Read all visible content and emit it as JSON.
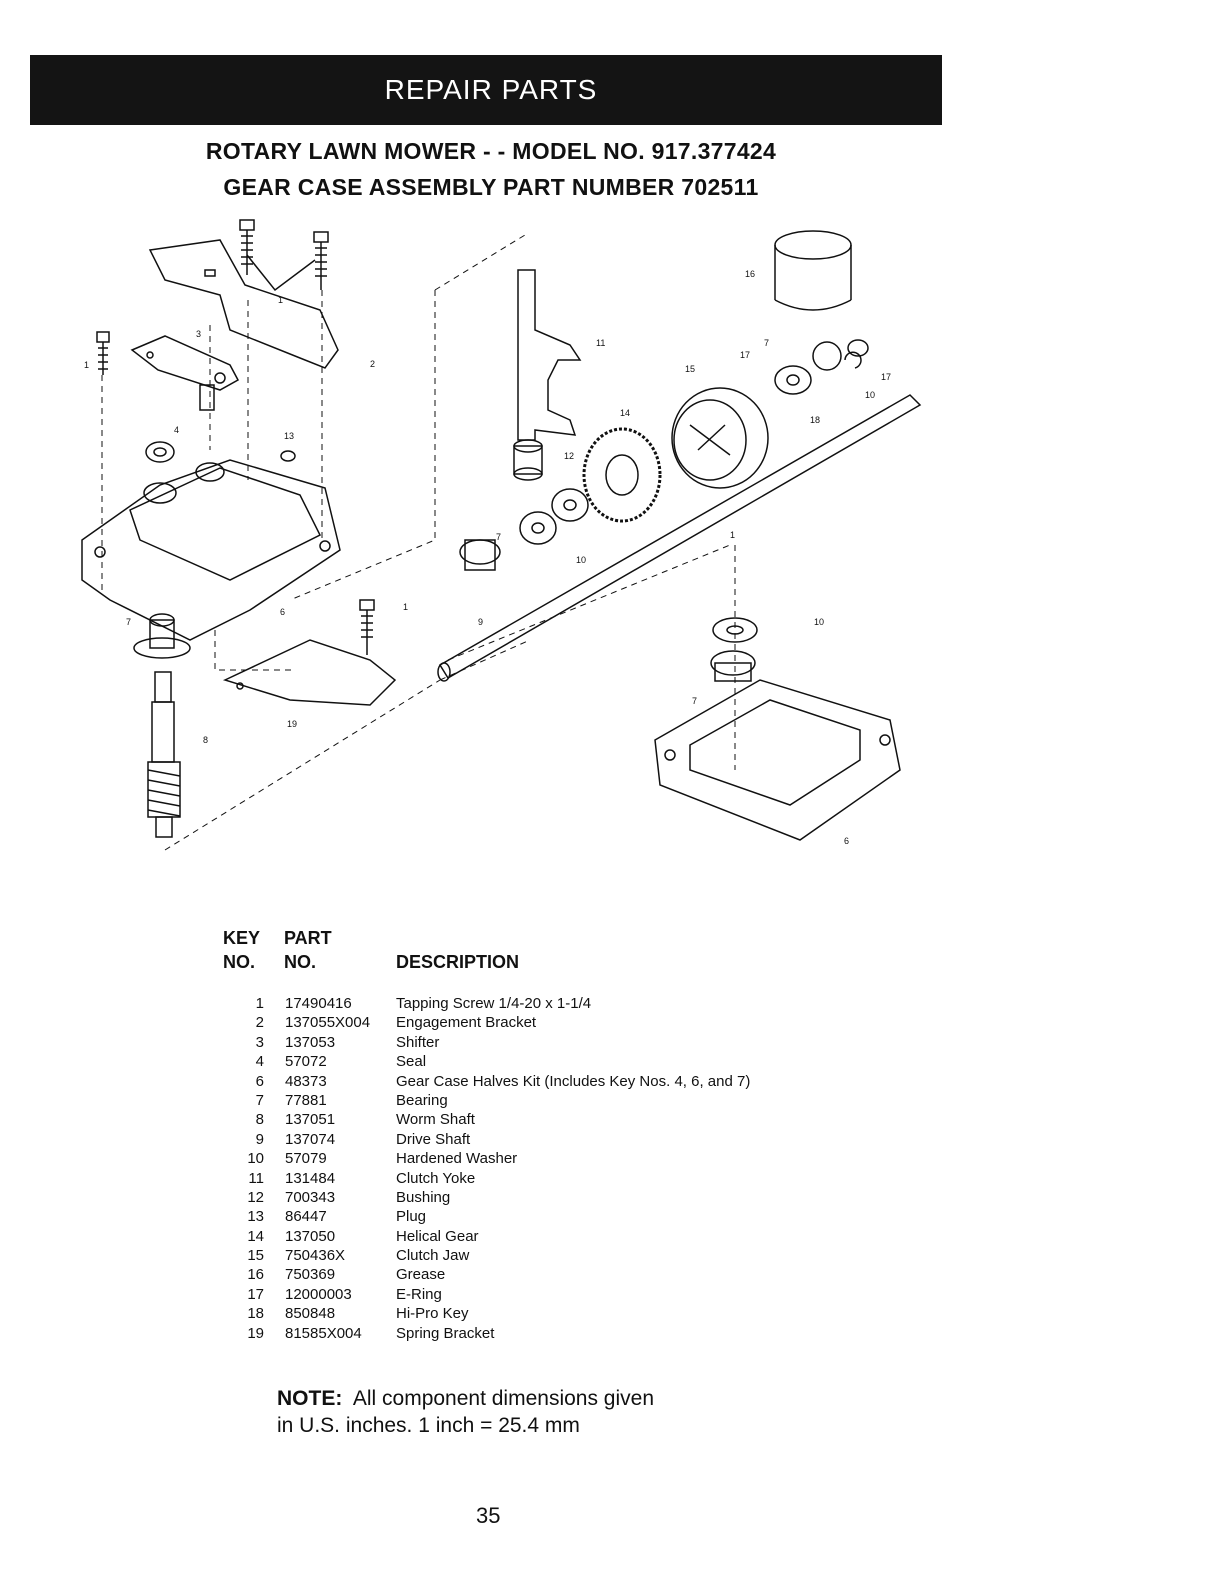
{
  "header": {
    "banner": "REPAIR PARTS",
    "title_line1": "ROTARY LAWN MOWER - - MODEL NO. 917.377424",
    "title_line2": "GEAR CASE ASSEMBLY PART NUMBER 702511"
  },
  "diagram": {
    "callouts": [
      "1",
      "1",
      "1",
      "1",
      "2",
      "3",
      "4",
      "6",
      "6",
      "7",
      "7",
      "7",
      "7",
      "8",
      "9",
      "10",
      "10",
      "10",
      "11",
      "12",
      "13",
      "14",
      "15",
      "16",
      "17",
      "17",
      "18",
      "19"
    ]
  },
  "table": {
    "header_key_line1": "KEY",
    "header_key_line2": "NO.",
    "header_part_line1": "PART",
    "header_part_line2": "NO.",
    "header_description": "DESCRIPTION",
    "rows": [
      {
        "key": "1",
        "part": "17490416",
        "desc": "Tapping Screw  1/4-20 x 1-1/4"
      },
      {
        "key": "2",
        "part": "137055X004",
        "desc": "Engagement Bracket"
      },
      {
        "key": "3",
        "part": "137053",
        "desc": "Shifter"
      },
      {
        "key": "4",
        "part": "57072",
        "desc": "Seal"
      },
      {
        "key": "6",
        "part": "48373",
        "desc": "Gear Case Halves Kit (Includes Key Nos. 4, 6, and 7)"
      },
      {
        "key": "7",
        "part": "77881",
        "desc": "Bearing"
      },
      {
        "key": "8",
        "part": "137051",
        "desc": "Worm Shaft"
      },
      {
        "key": "9",
        "part": "137074",
        "desc": "Drive Shaft"
      },
      {
        "key": "10",
        "part": "57079",
        "desc": "Hardened Washer"
      },
      {
        "key": "11",
        "part": "131484",
        "desc": "Clutch Yoke"
      },
      {
        "key": "12",
        "part": "700343",
        "desc": "Bushing"
      },
      {
        "key": "13",
        "part": "86447",
        "desc": "Plug"
      },
      {
        "key": "14",
        "part": "137050",
        "desc": "Helical Gear"
      },
      {
        "key": "15",
        "part": "750436X",
        "desc": "Clutch Jaw"
      },
      {
        "key": "16",
        "part": "750369",
        "desc": "Grease"
      },
      {
        "key": "17",
        "part": "12000003",
        "desc": "E-Ring"
      },
      {
        "key": "18",
        "part": "850848",
        "desc": "Hi-Pro Key"
      },
      {
        "key": "19",
        "part": "81585X004",
        "desc": "Spring Bracket"
      }
    ]
  },
  "note": {
    "label": "NOTE:",
    "line1": "All component dimensions given",
    "line2": "in U.S. inches.  1 inch = 25.4 mm"
  },
  "page_number": "35"
}
